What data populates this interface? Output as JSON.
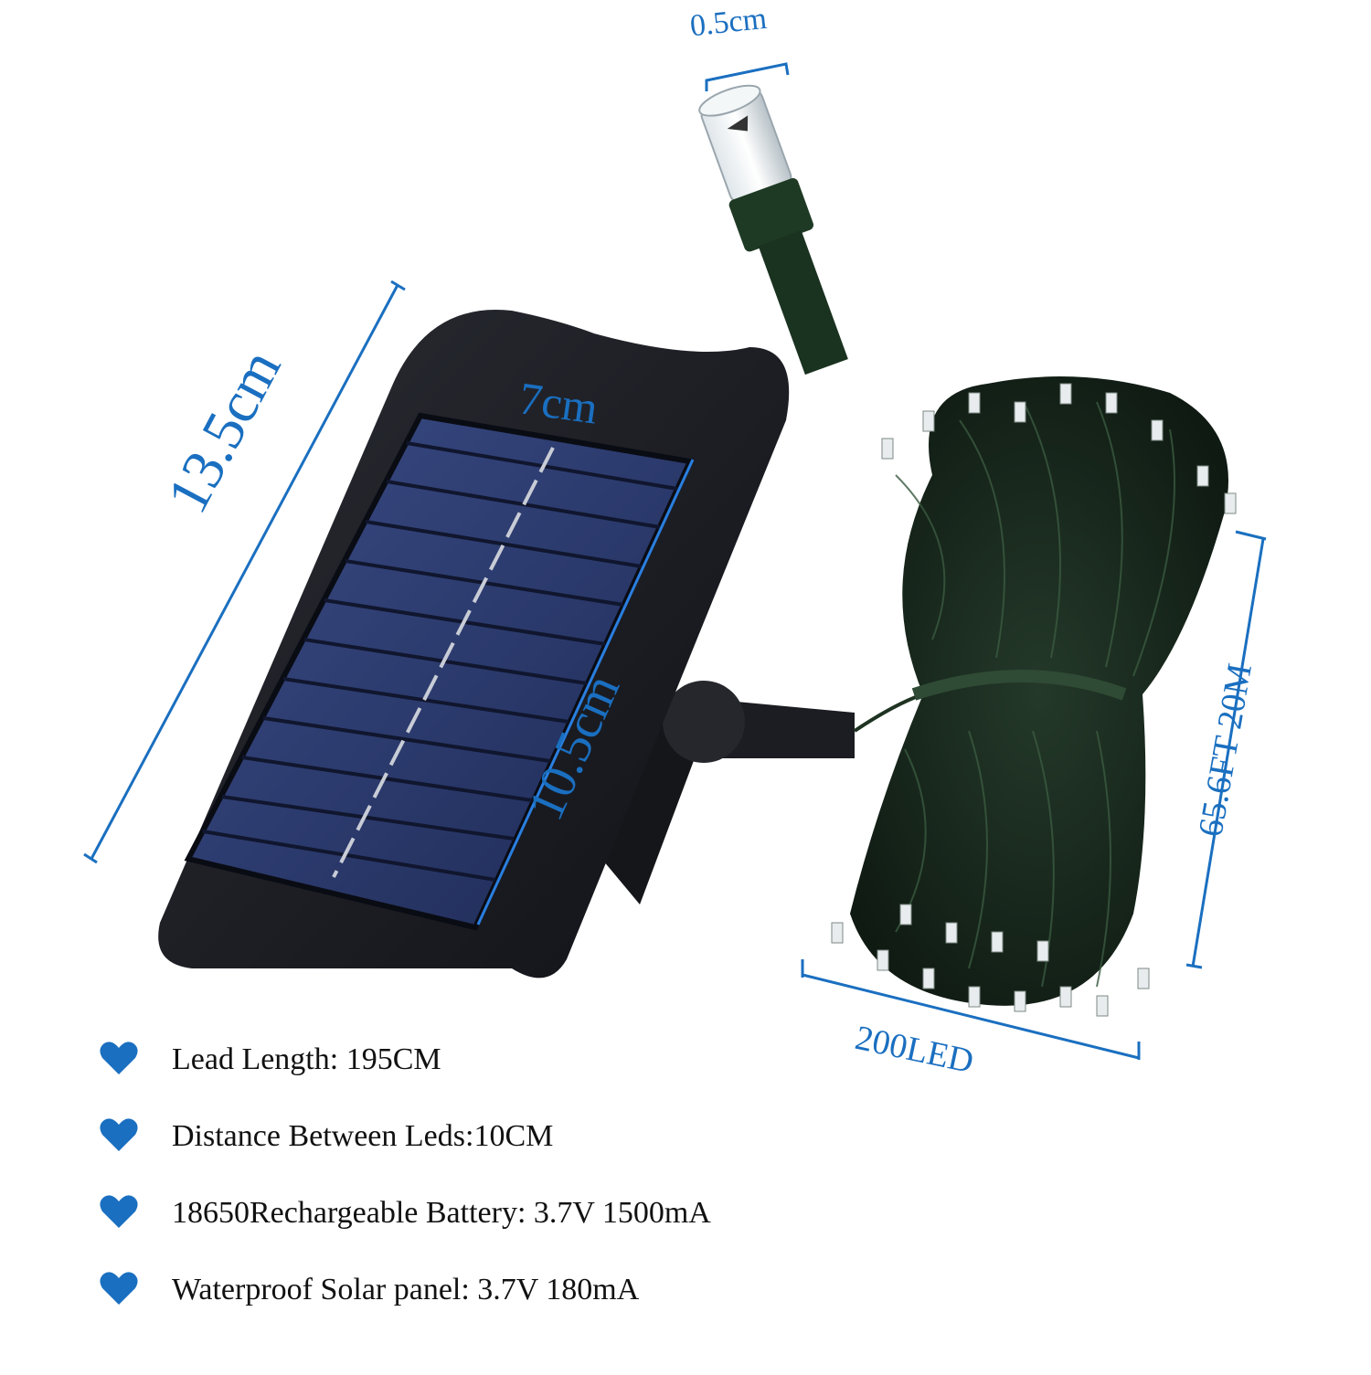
{
  "dimensions": {
    "led_width": "0.5cm",
    "panel_height": "13.5cm",
    "cell_width": "7cm",
    "cell_height": "10.5cm",
    "string_length": "65.6FT  20M",
    "led_count": "200LED"
  },
  "specs": [
    "Lead Length: 195CM",
    "Distance Between Leds:10CM",
    "18650Rechargeable Battery: 3.7V 1500mA",
    "Waterproof Solar panel: 3.7V 180mA"
  ],
  "colors": {
    "accent": "#1a6fc0",
    "panel_body": "#1c1e24",
    "solar_cell": "#2b3a6e",
    "wire": "#1f3322"
  },
  "icons": {
    "bullet": "heart-icon"
  }
}
